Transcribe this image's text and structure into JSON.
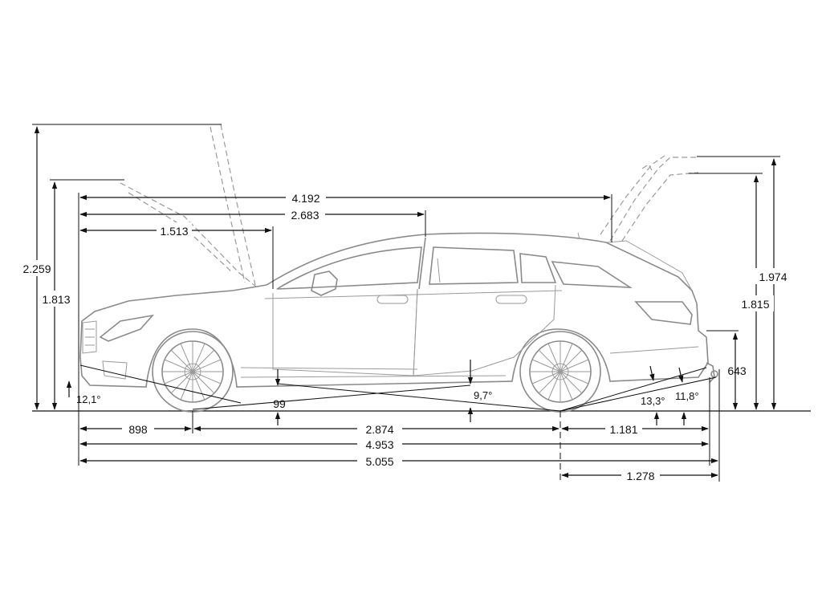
{
  "dimensions": {
    "bonnet_open_height": "2.259",
    "vehicle_height": "1.813",
    "overhang_to_tailgate_hinge": "4.192",
    "front_to_b_pillar": "2.683",
    "front_to_door_edge": "1.513",
    "tailgate_open_height": "1.974",
    "rear_height": "1.815",
    "tow_hitch_height": "643",
    "approach_angle": "12,1°",
    "ground_clearance": "99",
    "ramp_angle": "9,7°",
    "departure_angle": "13,3°",
    "departure_angle_hitch": "11,8°",
    "front_overhang": "898",
    "wheelbase": "2.874",
    "rear_overhang": "1.181",
    "overall_length": "4.953",
    "length_with_hitch": "5.055",
    "rear_axle_to_hitch": "1.278"
  }
}
